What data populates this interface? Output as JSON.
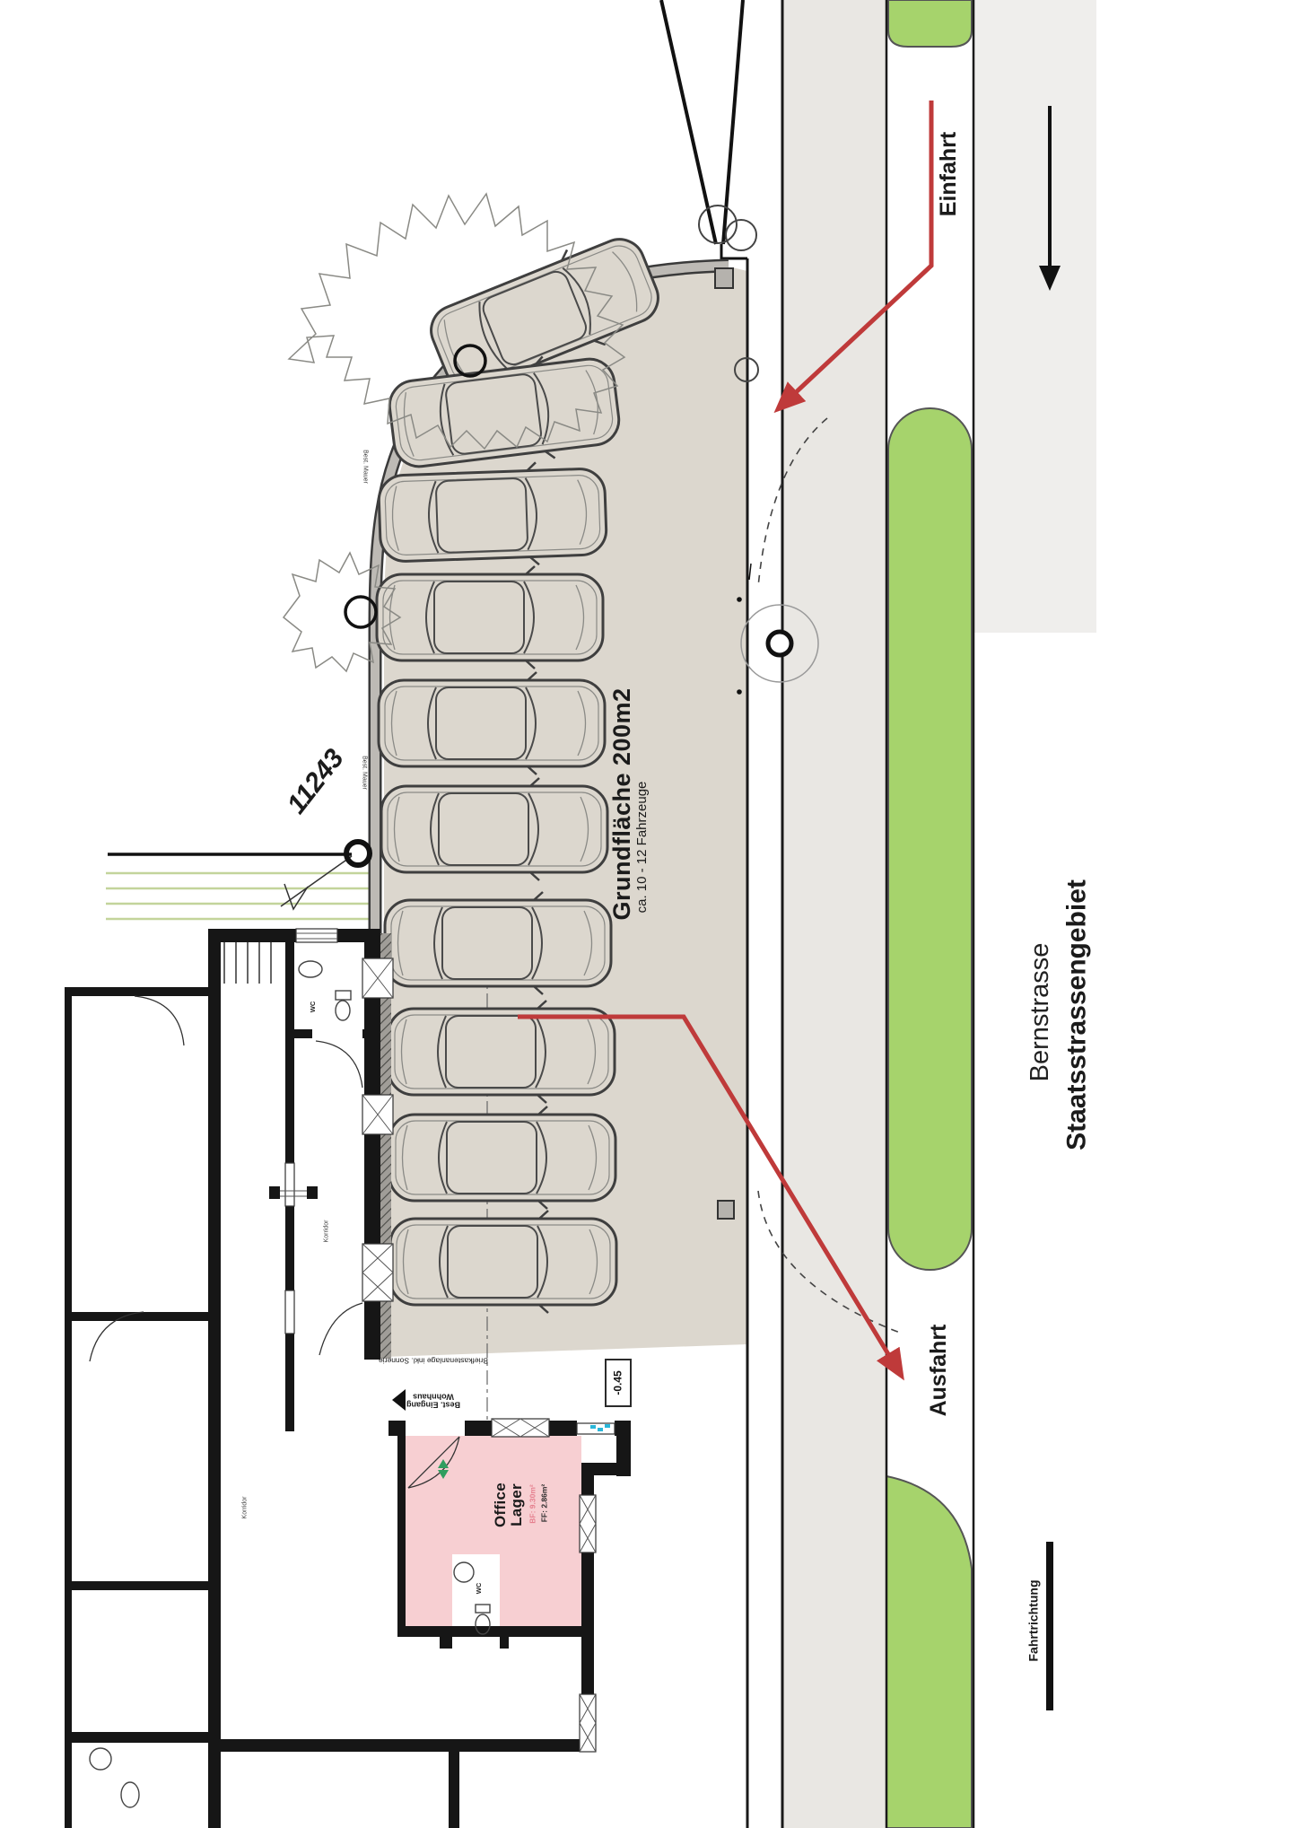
{
  "plan": {
    "parcel_number": "11243",
    "parking": {
      "area_title": "Grundfläche 200m2",
      "area_subtitle": "ca. 10 - 12 Fahrzeuge",
      "car_count": 10,
      "wall_note": "Best. Mauer",
      "level_label": "-0.45"
    },
    "street": {
      "name": "Bernstrasse",
      "zone": "Staatsstrassengebiet",
      "entry_label": "Einfahrt",
      "exit_label": "Ausfahrt",
      "direction_label": "Fahrtrichtung"
    },
    "building": {
      "office_room": {
        "name": "Office\nLager",
        "bf": "BF: 9.30m²",
        "ff": "FF: 2.86m²"
      },
      "wc_upper": "WC",
      "wc_lower": "WC",
      "korridor_upper": "Korridor",
      "korridor_left": "Korridor",
      "entrance_note": "Best. Eingang\nWohnhaus",
      "mailbox_note": "Briefkastenanlage inkl. Sonnerie"
    },
    "colors": {
      "parking_beige": "#dcd7ce",
      "wall_gray": "#bdbab5",
      "sidewalk_gray": "#e9e7e3",
      "road_gray": "#efeeec",
      "verge_green": "#a6d36c",
      "arrow_red": "#bf3a3a",
      "room_pink": "#f7cfd2",
      "pink_text": "#e57f8e",
      "cyan_mark": "#2ab6d9",
      "green_mark": "#2f9e5f"
    }
  }
}
